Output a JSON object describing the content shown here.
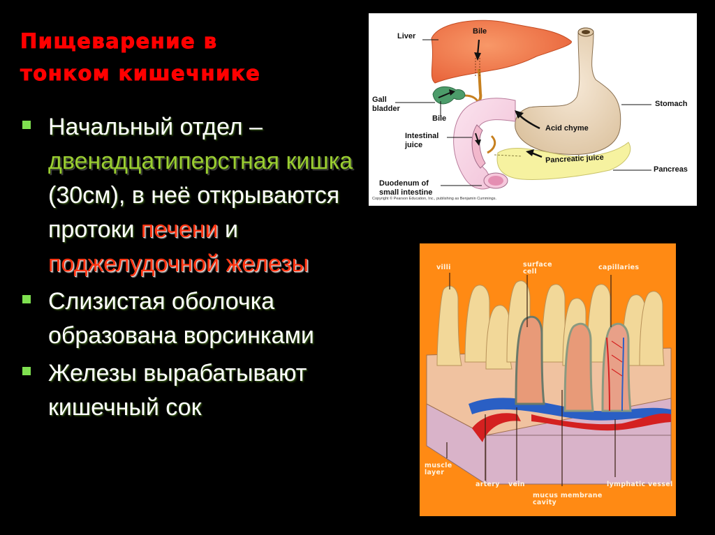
{
  "slide": {
    "title_line1": "Пищеварение в",
    "title_line2": "тонком кишечнике",
    "colors": {
      "background": "#000000",
      "title": "#ff0000",
      "bullet_marker": "#7fe050",
      "highlight_green": "#9acd32",
      "highlight_red": "#ff3311",
      "body_text": "#ffffff"
    },
    "bullets": [
      {
        "parts": [
          {
            "text": "Начальный отдел – ",
            "style": "normal"
          },
          {
            "text": "двенадцатиперстная кишка",
            "style": "green"
          },
          {
            "text": " (30см), в неё открываются протоки ",
            "style": "normal"
          },
          {
            "text": "печени",
            "style": "red"
          },
          {
            "text": " и ",
            "style": "normal"
          },
          {
            "text": "поджелудочной железы",
            "style": "red"
          }
        ]
      },
      {
        "parts": [
          {
            "text": "Слизистая оболочка образована ворсинками",
            "style": "normal"
          }
        ]
      },
      {
        "parts": [
          {
            "text": "Железы вырабатывают кишечный сок",
            "style": "normal"
          }
        ]
      }
    ]
  },
  "figure_organs": {
    "labels": {
      "liver": "Liver",
      "bile_top": "Bile",
      "gall_bladder": "Gall\nbladder",
      "bile_bottom": "Bile",
      "intestinal_juice": "Intestinal\njuice",
      "duodenum": "Duodenum of\nsmall intestine",
      "stomach": "Stomach",
      "acid_chyme": "Acid chyme",
      "pancreatic_juice": "Pancreatic juice",
      "pancreas": "Pancreas"
    },
    "copyright": "Copyright © Pearson Education, Inc., publishing as Benjamin Cummings."
  },
  "figure_villi": {
    "labels": {
      "villi": "villi",
      "surface_cell": "surface\ncell",
      "capillaries": "capillaries",
      "muscle_layer": "muscle\nlayer",
      "artery": "artery",
      "vein": "vein",
      "mucus_membrane": "mucus membrane\ncavity",
      "lymphatic_vessel": "lymphatic vessel"
    }
  }
}
